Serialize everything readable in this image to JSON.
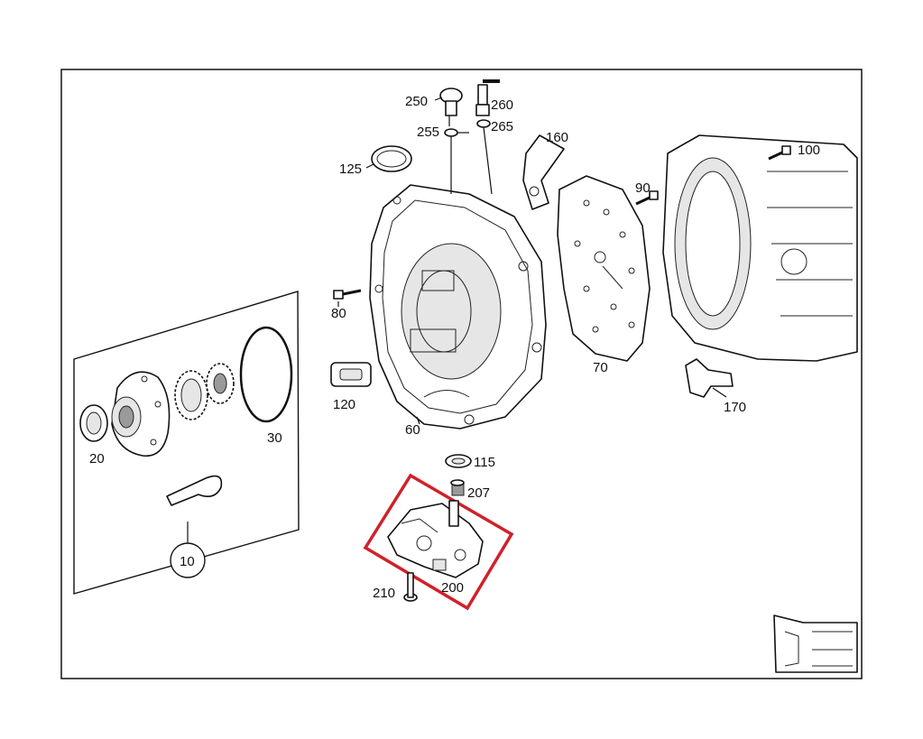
{
  "callouts": [
    {
      "id": "250",
      "text": "250"
    },
    {
      "id": "260",
      "text": "260"
    },
    {
      "id": "255",
      "text": "255"
    },
    {
      "id": "265",
      "text": "265"
    },
    {
      "id": "160",
      "text": "160"
    },
    {
      "id": "125",
      "text": "125"
    },
    {
      "id": "100",
      "text": "100"
    },
    {
      "id": "90",
      "text": "90"
    },
    {
      "id": "80",
      "text": "80"
    },
    {
      "id": "70",
      "text": "70"
    },
    {
      "id": "120",
      "text": "120"
    },
    {
      "id": "60",
      "text": "60"
    },
    {
      "id": "170",
      "text": "170"
    },
    {
      "id": "30",
      "text": "30"
    },
    {
      "id": "20",
      "text": "20"
    },
    {
      "id": "115",
      "text": "115"
    },
    {
      "id": "207",
      "text": "207"
    },
    {
      "id": "10",
      "text": "10"
    },
    {
      "id": "210",
      "text": "210"
    },
    {
      "id": "200",
      "text": "200"
    }
  ],
  "highlight": {
    "part": "200",
    "color": "#d0212a"
  },
  "colors": {
    "line": "#111111",
    "background": "#ffffff"
  }
}
